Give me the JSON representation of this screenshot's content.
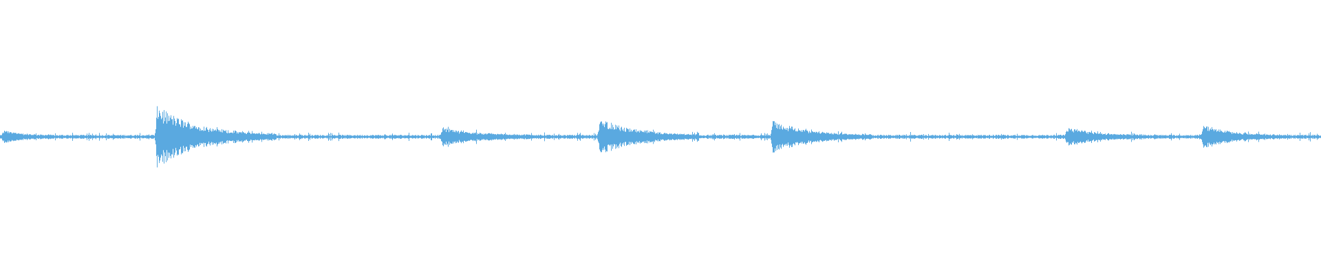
{
  "waveform": {
    "color": "#5aa9e0",
    "background": "#ffffff",
    "baseline_amplitude": 0.015,
    "noise_amplitude": 0.02,
    "transients": [
      {
        "at": 0.003,
        "peak": 0.04,
        "decay": 0.012
      },
      {
        "at": 0.119,
        "peak": 0.22,
        "decay": 0.03
      },
      {
        "at": 0.335,
        "peak": 0.06,
        "decay": 0.025
      },
      {
        "at": 0.454,
        "peak": 0.13,
        "decay": 0.025
      },
      {
        "at": 0.585,
        "peak": 0.11,
        "decay": 0.025
      },
      {
        "at": 0.808,
        "peak": 0.06,
        "decay": 0.02
      },
      {
        "at": 0.911,
        "peak": 0.08,
        "decay": 0.02
      }
    ]
  }
}
